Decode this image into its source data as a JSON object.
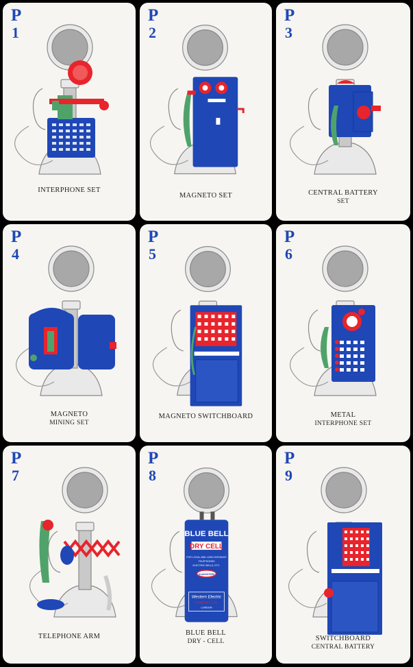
{
  "colors": {
    "ink_blue": "#1f47b6",
    "card": "#f6f5f1",
    "red": "#e8242c",
    "green": "#4fa36a",
    "gray": "#c9c9c9"
  },
  "cards": [
    {
      "letter": "P",
      "number": "1",
      "line1": "INTERPHONE  SET",
      "line2": "",
      "variant": "interphone",
      "icon": "interphone-set-illustration"
    },
    {
      "letter": "P",
      "number": "2",
      "line1": "MAGNETO SET",
      "line2": "",
      "variant": "magneto",
      "icon": "magneto-set-illustration"
    },
    {
      "letter": "P",
      "number": "3",
      "line1": "CENTRAL BATTERY",
      "line2": "SET",
      "variant": "central",
      "icon": "central-battery-set-illustration"
    },
    {
      "letter": "P",
      "number": "4",
      "line1": "MAGNETO",
      "line2": "MINING SET",
      "variant": "mining",
      "icon": "magneto-mining-set-illustration"
    },
    {
      "letter": "P",
      "number": "5",
      "line1": "MAGNETO SWITCHBOARD",
      "line2": "",
      "variant": "switchboard",
      "icon": "magneto-switchboard-illustration"
    },
    {
      "letter": "P",
      "number": "6",
      "line1": "METAL",
      "line2": "INTERPHONE  SET",
      "variant": "metal",
      "icon": "metal-interphone-set-illustration"
    },
    {
      "letter": "P",
      "number": "7",
      "line1": "TELEPHONE ARM",
      "line2": "",
      "variant": "arm",
      "icon": "telephone-arm-illustration"
    },
    {
      "letter": "P",
      "number": "8",
      "line1": "BLUE BELL",
      "line2": "DRY - CELL",
      "variant": "drycell",
      "icon": "blue-bell-dry-cell-illustration",
      "battery": {
        "brand": "BLUE BELL",
        "type": "DRY CELL",
        "t1": "FOR LOCAL AND LONG DISTANCE",
        "t2": "TELEPHONES",
        "t3": "ELECTRIC BELLS, ETC.",
        "badge": "GUARANTEED",
        "maker": "Western Electric",
        "maker2": "COMPANY, LTD.",
        "city": "LONDON"
      }
    },
    {
      "letter": "P",
      "number": "9",
      "line1": "SWITCHBOARD",
      "line2": "CENTRAL BATTERY",
      "variant": "cbboard",
      "icon": "switchboard-central-battery-illustration"
    }
  ]
}
